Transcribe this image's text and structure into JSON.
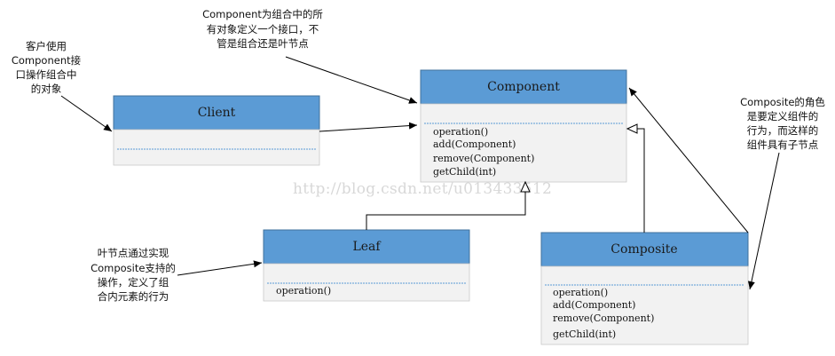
{
  "colors": {
    "header_fill": "#5b9bd5",
    "header_stroke": "#41719c",
    "body_fill": "#f2f2f2",
    "separator": "#5b9bd5",
    "line": "#000000"
  },
  "classes": {
    "client": {
      "name": "Client",
      "methods": []
    },
    "component": {
      "name": "Component",
      "methods": [
        "operation()",
        "add(Component)",
        "remove(Component)",
        "getChild(int)"
      ]
    },
    "leaf": {
      "name": "Leaf",
      "methods": [
        "operation()"
      ]
    },
    "composite": {
      "name": "Composite",
      "methods": [
        "operation()",
        "add(Component)",
        "remove(Component)",
        "getChild(int)"
      ]
    }
  },
  "notes": {
    "component_note": [
      "Component为组合中的所",
      "有对象定义一个接口，不",
      "管是组合还是叶节点"
    ],
    "client_note": [
      "客户使用",
      "Component接",
      "口操作组合中",
      "的对象"
    ],
    "composite_note": [
      "Composite的角色",
      "是要定义组件的",
      "行为，而这样的",
      "组件具有子节点"
    ],
    "leaf_note": [
      "叶节点通过实现",
      "Composite支持的",
      "操作，定义了组",
      "合内元素的行为"
    ]
  },
  "watermark": "http://blog.csdn.net/u013433512"
}
